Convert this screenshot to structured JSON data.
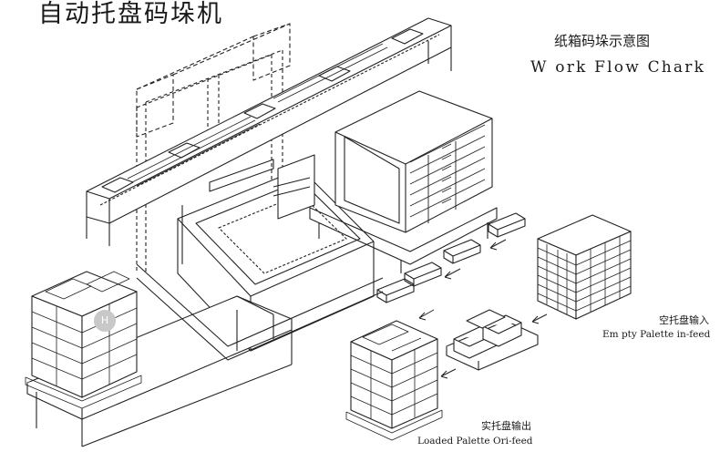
{
  "title": "自动托盘码垛机",
  "subtitle_cn": "纸箱码垛示意图",
  "subtitle_en": "W ork Flow  Chark",
  "labels": {
    "empty_infeed_cn": "空托盘输入",
    "empty_infeed_en": "Em pty Palette in-feed",
    "loaded_outfeed_cn": "实托盘输出",
    "loaded_outfeed_en": "Loaded Palette Ori-feed"
  },
  "watermark": "H",
  "colors": {
    "ink": "#1a1a1a",
    "paper": "#ffffff",
    "gray": "#c8c8c8"
  }
}
